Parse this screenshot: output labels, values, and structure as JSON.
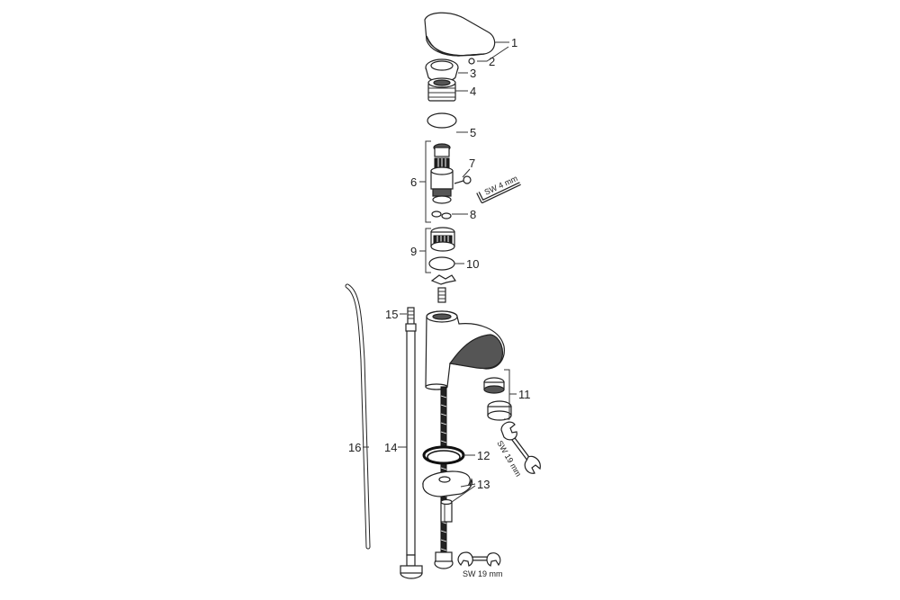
{
  "diagram": {
    "part_labels": {
      "p1": "1",
      "p2": "2",
      "p3": "3",
      "p4": "4",
      "p5": "5",
      "p6": "6",
      "p7": "7",
      "p8": "8",
      "p9": "9",
      "p10": "10",
      "p11": "11",
      "p12": "12",
      "p13": "13",
      "p14": "14",
      "p15": "15",
      "p16": "16"
    },
    "tools": {
      "hex_key": "SW 4 mm",
      "wrench_aerator": "SW 19 mm",
      "wrench_base": "SW 19 mm"
    },
    "colors": {
      "line": "#222222",
      "background": "#ffffff"
    }
  }
}
